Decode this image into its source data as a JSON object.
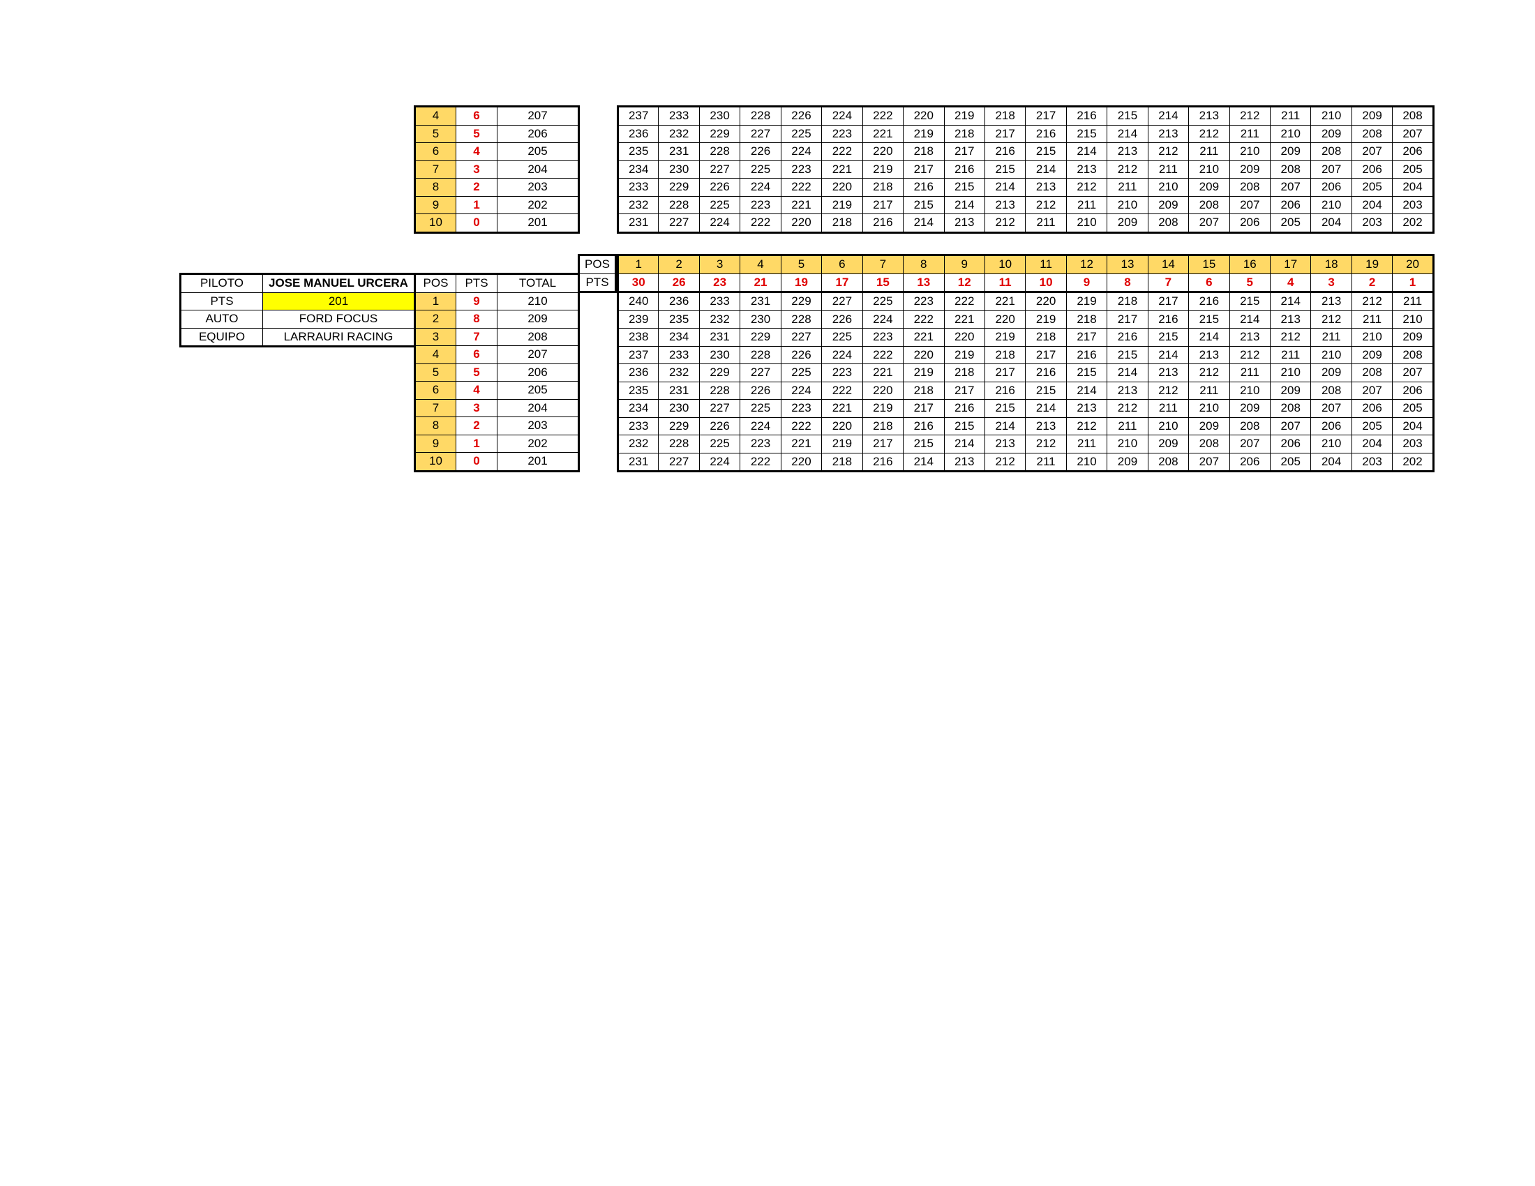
{
  "driver_info": {
    "labels": [
      "PILOTO",
      "PTS",
      "AUTO",
      "EQUIPO"
    ],
    "piloto": "JOSE MANUEL URCERA",
    "pts": "201",
    "auto": "FORD FOCUS",
    "equipo": "LARRAURI RACING"
  },
  "headers": {
    "pos": "POS",
    "pts": "PTS",
    "total": "TOTAL"
  },
  "position_points": {
    "positions": [
      "1",
      "2",
      "3",
      "4",
      "5",
      "6",
      "7",
      "8",
      "9",
      "10"
    ],
    "points": [
      "9",
      "8",
      "7",
      "6",
      "5",
      "4",
      "3",
      "2",
      "1",
      "0"
    ],
    "totals": [
      "210",
      "209",
      "208",
      "207",
      "206",
      "205",
      "204",
      "203",
      "202",
      "201"
    ]
  },
  "race_header": {
    "positions": [
      "1",
      "2",
      "3",
      "4",
      "5",
      "6",
      "7",
      "8",
      "9",
      "10",
      "11",
      "12",
      "13",
      "14",
      "15",
      "16",
      "17",
      "18",
      "19",
      "20"
    ],
    "points": [
      "30",
      "26",
      "23",
      "21",
      "19",
      "17",
      "15",
      "13",
      "12",
      "11",
      "10",
      "9",
      "8",
      "7",
      "6",
      "5",
      "4",
      "3",
      "2",
      "1"
    ]
  },
  "grid": [
    [
      "240",
      "236",
      "233",
      "231",
      "229",
      "227",
      "225",
      "223",
      "222",
      "221",
      "220",
      "219",
      "218",
      "217",
      "216",
      "215",
      "214",
      "213",
      "212",
      "211"
    ],
    [
      "239",
      "235",
      "232",
      "230",
      "228",
      "226",
      "224",
      "222",
      "221",
      "220",
      "219",
      "218",
      "217",
      "216",
      "215",
      "214",
      "213",
      "212",
      "211",
      "210"
    ],
    [
      "238",
      "234",
      "231",
      "229",
      "227",
      "225",
      "223",
      "221",
      "220",
      "219",
      "218",
      "217",
      "216",
      "215",
      "214",
      "213",
      "212",
      "211",
      "210",
      "209"
    ],
    [
      "237",
      "233",
      "230",
      "228",
      "226",
      "224",
      "222",
      "220",
      "219",
      "218",
      "217",
      "216",
      "215",
      "214",
      "213",
      "212",
      "211",
      "210",
      "209",
      "208"
    ],
    [
      "236",
      "232",
      "229",
      "227",
      "225",
      "223",
      "221",
      "219",
      "218",
      "217",
      "216",
      "215",
      "214",
      "213",
      "212",
      "211",
      "210",
      "209",
      "208",
      "207"
    ],
    [
      "235",
      "231",
      "228",
      "226",
      "224",
      "222",
      "220",
      "218",
      "217",
      "216",
      "215",
      "214",
      "213",
      "212",
      "211",
      "210",
      "209",
      "208",
      "207",
      "206"
    ],
    [
      "234",
      "230",
      "227",
      "225",
      "223",
      "221",
      "219",
      "217",
      "216",
      "215",
      "214",
      "213",
      "212",
      "211",
      "210",
      "209",
      "208",
      "207",
      "206",
      "205"
    ],
    [
      "233",
      "229",
      "226",
      "224",
      "222",
      "220",
      "218",
      "216",
      "215",
      "214",
      "213",
      "212",
      "211",
      "210",
      "209",
      "208",
      "207",
      "206",
      "205",
      "204"
    ],
    [
      "232",
      "228",
      "225",
      "223",
      "221",
      "219",
      "217",
      "215",
      "214",
      "213",
      "212",
      "211",
      "210",
      "209",
      "208",
      "207",
      "206",
      "210",
      "204",
      "203"
    ],
    [
      "231",
      "227",
      "224",
      "222",
      "220",
      "218",
      "216",
      "214",
      "213",
      "212",
      "211",
      "210",
      "209",
      "208",
      "207",
      "206",
      "205",
      "204",
      "203",
      "202"
    ]
  ],
  "top_fragment_rows": [
    3,
    4,
    5,
    6,
    7,
    8,
    9
  ]
}
